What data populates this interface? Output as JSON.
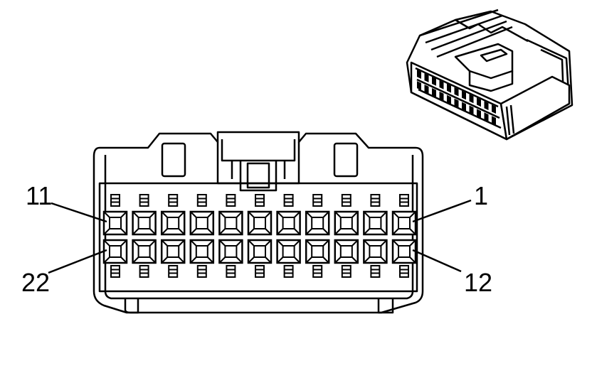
{
  "diagram": {
    "pin_labels": {
      "top_left": "11",
      "top_right": "1",
      "bottom_left": "22",
      "bottom_right": "12"
    },
    "cavity_rows": 2,
    "cavities_per_row": 11,
    "colors": {
      "ink": "#000000",
      "paper": "#ffffff"
    }
  }
}
